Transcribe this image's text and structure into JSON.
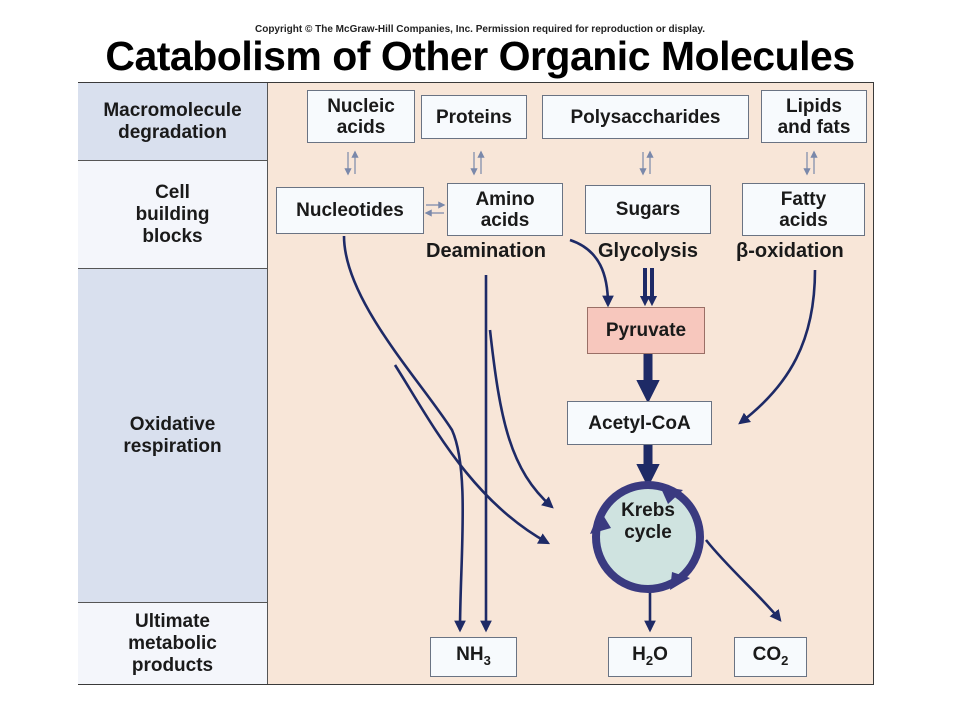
{
  "copyright": "Copyright © The McGraw-Hill Companies, Inc. Permission required for reproduction or display.",
  "title": "Catabolism of Other Organic Molecules",
  "rows": [
    {
      "label_line1": "Macromolecule",
      "label_line2": "degradation"
    },
    {
      "label_line1": "Cell",
      "label_line2": "building",
      "label_line3": "blocks"
    },
    {
      "label_line1": "Oxidative",
      "label_line2": "respiration"
    },
    {
      "label_line1": "Ultimate",
      "label_line2": "metabolic",
      "label_line3": "products"
    }
  ],
  "macromolecules": {
    "nucleic_acids": {
      "line1": "Nucleic",
      "line2": "acids"
    },
    "proteins": "Proteins",
    "polysaccharides": "Polysaccharides",
    "lipids": {
      "line1": "Lipids",
      "line2": "and fats"
    }
  },
  "building_blocks": {
    "nucleotides": "Nucleotides",
    "amino_acids": {
      "line1": "Amino",
      "line2": "acids"
    },
    "sugars": "Sugars",
    "fatty_acids": {
      "line1": "Fatty",
      "line2": "acids"
    }
  },
  "processes": {
    "deamination": "Deamination",
    "glycolysis": "Glycolysis",
    "beta_oxidation": "β-oxidation"
  },
  "intermediates": {
    "pyruvate": "Pyruvate",
    "acetyl_coa": "Acetyl-CoA",
    "krebs": {
      "line1": "Krebs",
      "line2": "cycle"
    }
  },
  "products": {
    "nh3": {
      "base": "NH",
      "sub": "3"
    },
    "h2o": {
      "base": "H",
      "sub": "2",
      "rest": "O"
    },
    "co2": {
      "base": "CO",
      "sub": "2"
    }
  },
  "colors": {
    "arrow": "#1e2a66",
    "background": "#f8e6d8",
    "label_column": "#d9e0ee",
    "pyruvate": "#f7c7bd",
    "krebs_ring": "#3a3a80",
    "krebs_fill": "#cfe3e0"
  }
}
